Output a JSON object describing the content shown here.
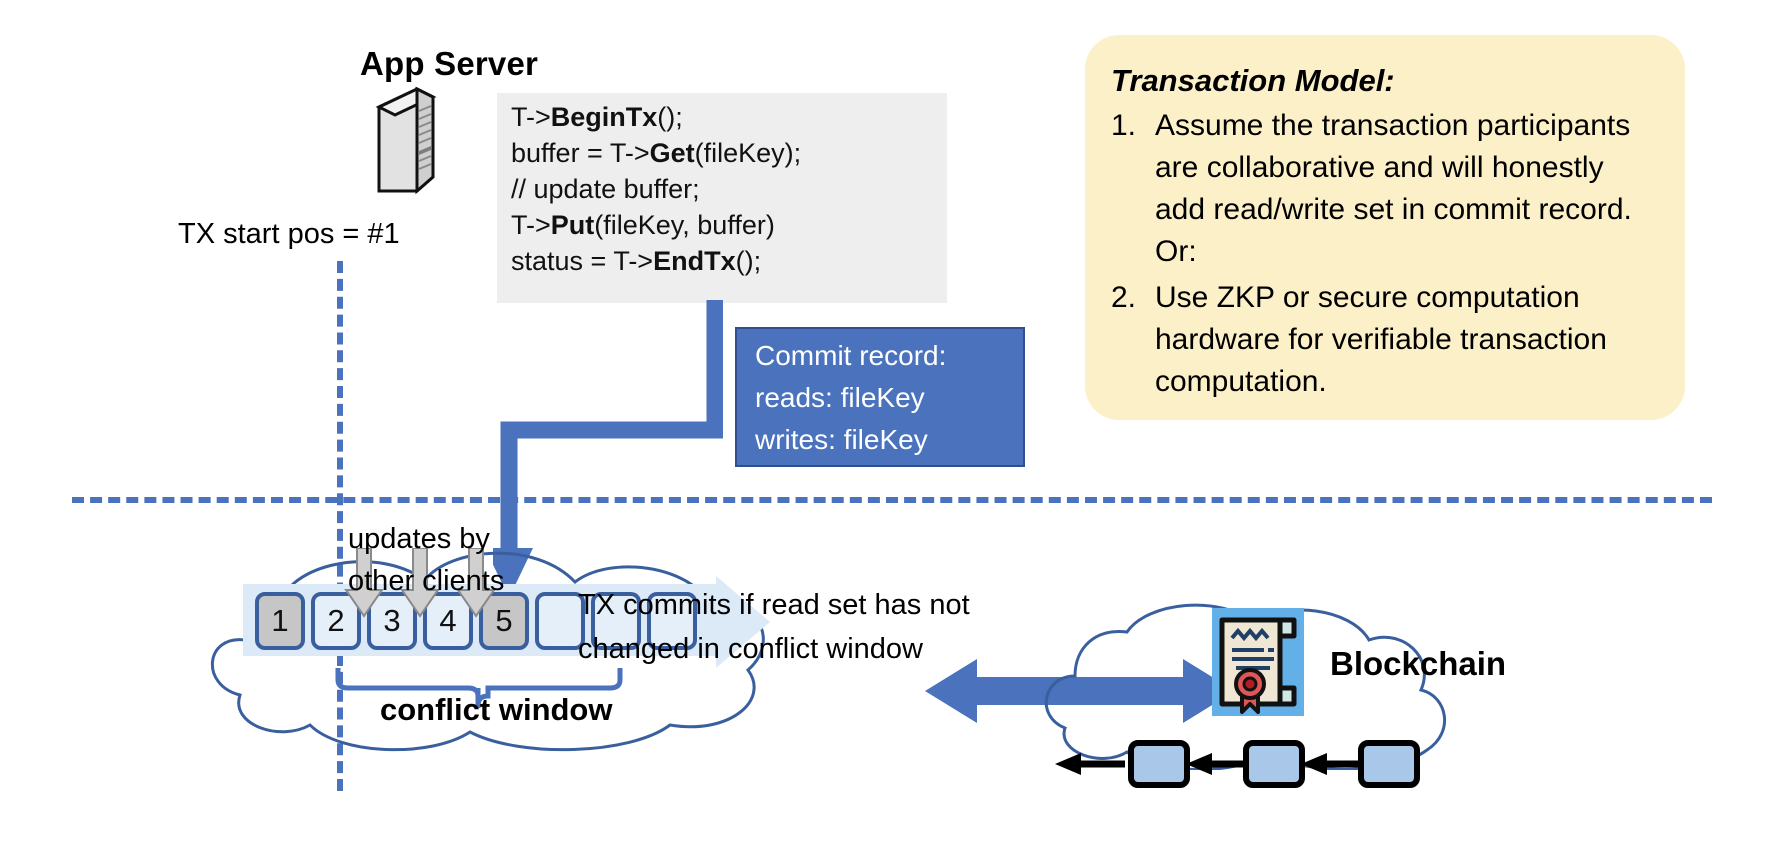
{
  "titles": {
    "app_server": "App Server",
    "blockchain": "Blockchain",
    "tx_start": "TX start pos = #1",
    "conflict_window": "conflict window"
  },
  "code_box": {
    "lines": [
      {
        "pre": "T->",
        "bold": "BeginTx",
        "post": "();"
      },
      {
        "pre": "buffer = T->",
        "bold": "Get",
        "post": "(fileKey);"
      },
      {
        "pre": "// update buffer;",
        "bold": "",
        "post": ""
      },
      {
        "pre": "T->",
        "bold": "Put",
        "post": "(fileKey, buffer)"
      },
      {
        "pre": "status = T->",
        "bold": "EndTx",
        "post": "();"
      }
    ]
  },
  "commit_record": {
    "title": "Commit record:",
    "reads": "reads: fileKey",
    "writes": "writes: fileKey",
    "fill_color": "#4a72bd"
  },
  "transaction_model": {
    "title": "Transaction Model:",
    "background_color": "#fcf0c9",
    "items": [
      {
        "num": "1.",
        "text": "Assume the transaction participants are collaborative and will honestly add read/write set in commit record.  Or:"
      },
      {
        "num": "2.",
        "text": "Use ZKP or secure computation hardware for verifiable transaction computation."
      }
    ]
  },
  "annotations": {
    "updates_by_other_clients": "updates by\nother clients",
    "updates_line1": "updates by",
    "updates_line2": "other clients",
    "tx_commits_line1": "TX commits if read set has not",
    "tx_commits_line2": "changed in conflict window"
  },
  "ledger": {
    "cells": [
      {
        "label": "1",
        "state": "gray"
      },
      {
        "label": "2",
        "state": "blue"
      },
      {
        "label": "3",
        "state": "blue"
      },
      {
        "label": "4",
        "state": "blue"
      },
      {
        "label": "5",
        "state": "gray"
      },
      {
        "label": "",
        "state": "blue"
      },
      {
        "label": "",
        "state": "blue"
      },
      {
        "label": "",
        "state": "blue"
      }
    ],
    "strip_color": "#dce9f7",
    "cell_border_color": "#3a5f9e"
  },
  "blockchain": {
    "blocks": [
      "",
      "",
      ""
    ],
    "block_fill": "#a9c7e8",
    "icon": "certificate-icon"
  },
  "colors": {
    "accent_blue": "#4a72bd",
    "dashed_blue": "#4a72bd",
    "cloud_stroke": "#3a5f9e",
    "gray_fill": "#c6c6c6",
    "seal_red": "#d03030"
  }
}
